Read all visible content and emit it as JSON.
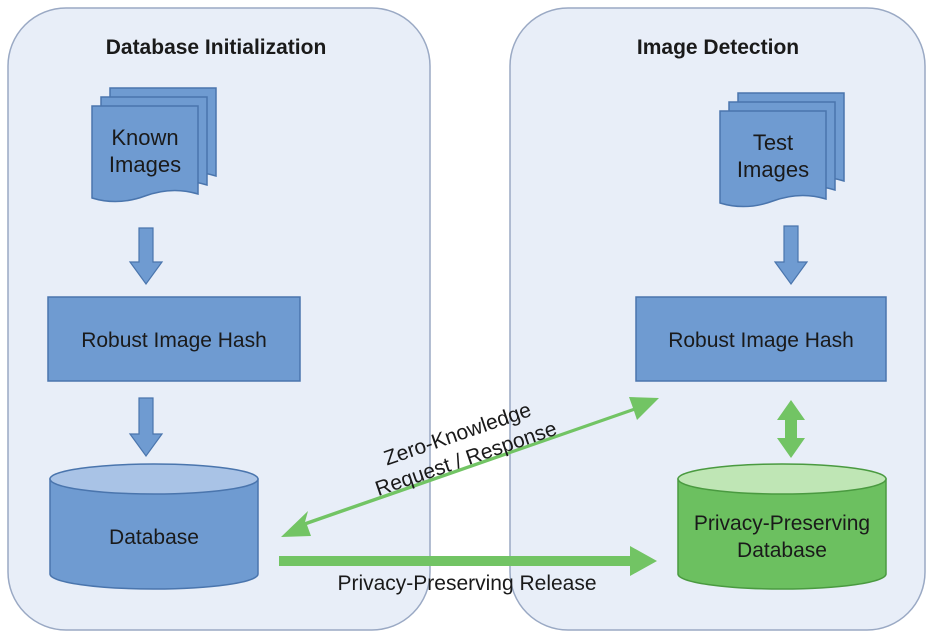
{
  "panels": {
    "left": {
      "title": "Database Initialization"
    },
    "right": {
      "title": "Image Detection"
    }
  },
  "nodes": {
    "known_images": {
      "line1": "Known",
      "line2": "Images"
    },
    "test_images": {
      "line1": "Test",
      "line2": "Images"
    },
    "hash_left": {
      "label": "Robust Image Hash"
    },
    "hash_right": {
      "label": "Robust Image Hash"
    },
    "database": {
      "label": "Database"
    },
    "pp_database": {
      "line1": "Privacy-Preserving",
      "line2": "Database"
    }
  },
  "edges": {
    "zk": {
      "line1": "Zero-Knowledge",
      "line2": "Request / Response"
    },
    "release": {
      "label": "Privacy-Preserving Release"
    }
  },
  "colors": {
    "panel_fill": "#e8eef8",
    "panel_stroke": "#9aa9c4",
    "blue_fill": "#6f9bd1",
    "blue_stroke": "#4a75ad",
    "blue_top": "#a9c3e6",
    "green_fill": "#6cc060",
    "green_stroke": "#4a9a40",
    "green_top": "#bfe6b5",
    "green_arrow": "#72c464"
  }
}
